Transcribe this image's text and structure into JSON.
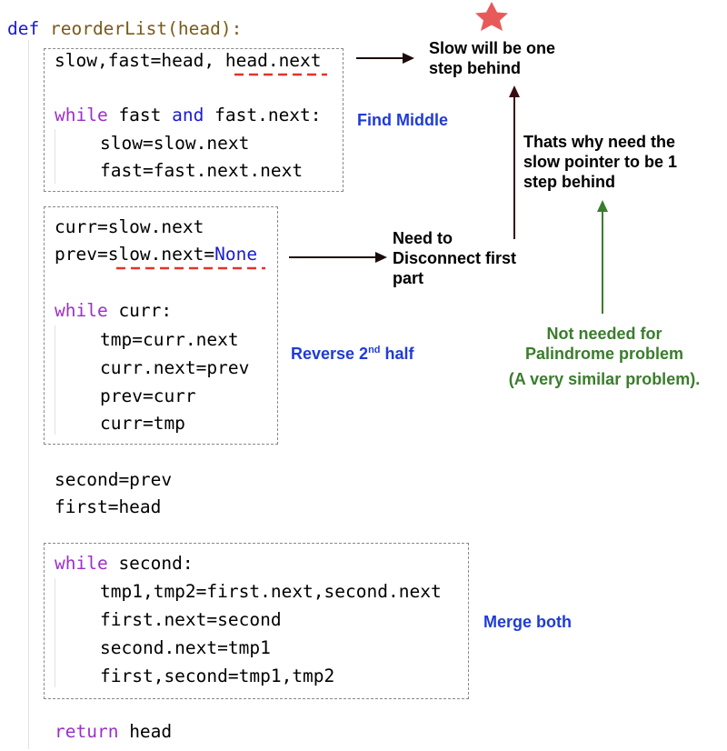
{
  "code": {
    "def_keyword": "def",
    "func_name": "reorderList",
    "func_params": "(head):",
    "l1_a": "slow,fast=head, ",
    "l1_b": "head",
    "l1_c": ".",
    "l1_d": "next",
    "while1_kw": "while",
    "while1_a": " fast ",
    "while1_and": "and",
    "while1_b": " fast.next:",
    "l3": "slow=slow.next",
    "l4": "fast=fast.next.next",
    "l5": "curr=slow.next",
    "l6_a": "prev=s",
    "l6_b": "low.next=",
    "l6_none": "None",
    "while2_kw": "while",
    "while2_rest": " curr:",
    "l8": "tmp=curr.next",
    "l9": "curr.next=prev",
    "l10": "prev=curr",
    "l11": "curr=tmp",
    "l12": "second=prev",
    "l13": "first=head",
    "while3_kw": "while",
    "while3_rest": " second:",
    "l15": "tmp1,tmp2=first.next,second.next",
    "l16": "first.next=second",
    "l17": "second.next=tmp1",
    "l18": "first,second=tmp1,tmp2",
    "return_kw": "return",
    "return_rest": " head"
  },
  "annotations": {
    "slow_behind_1": "Slow will be one",
    "slow_behind_2": "step behind",
    "find_middle": "Find Middle",
    "thats_why_1": "Thats why need the",
    "thats_why_2": "slow pointer to be 1",
    "thats_why_3": "step behind",
    "disconnect_1": "Need to",
    "disconnect_2": "Disconnect first",
    "disconnect_3": "part",
    "reverse_a": "Reverse 2",
    "reverse_sup": "nd",
    "reverse_b": " half",
    "not_needed_1": "Not needed for",
    "not_needed_2": "Palindrome problem",
    "not_needed_3": "(A very similar problem).",
    "merge_both": "Merge both"
  },
  "colors": {
    "keyword": "#9b30c8",
    "none_literal": "#1a1ad0",
    "annotation_blue": "#1f3bd8",
    "annotation_green": "#3a7d2c",
    "underline_red": "#e0352b",
    "star": "#e85a5a"
  }
}
